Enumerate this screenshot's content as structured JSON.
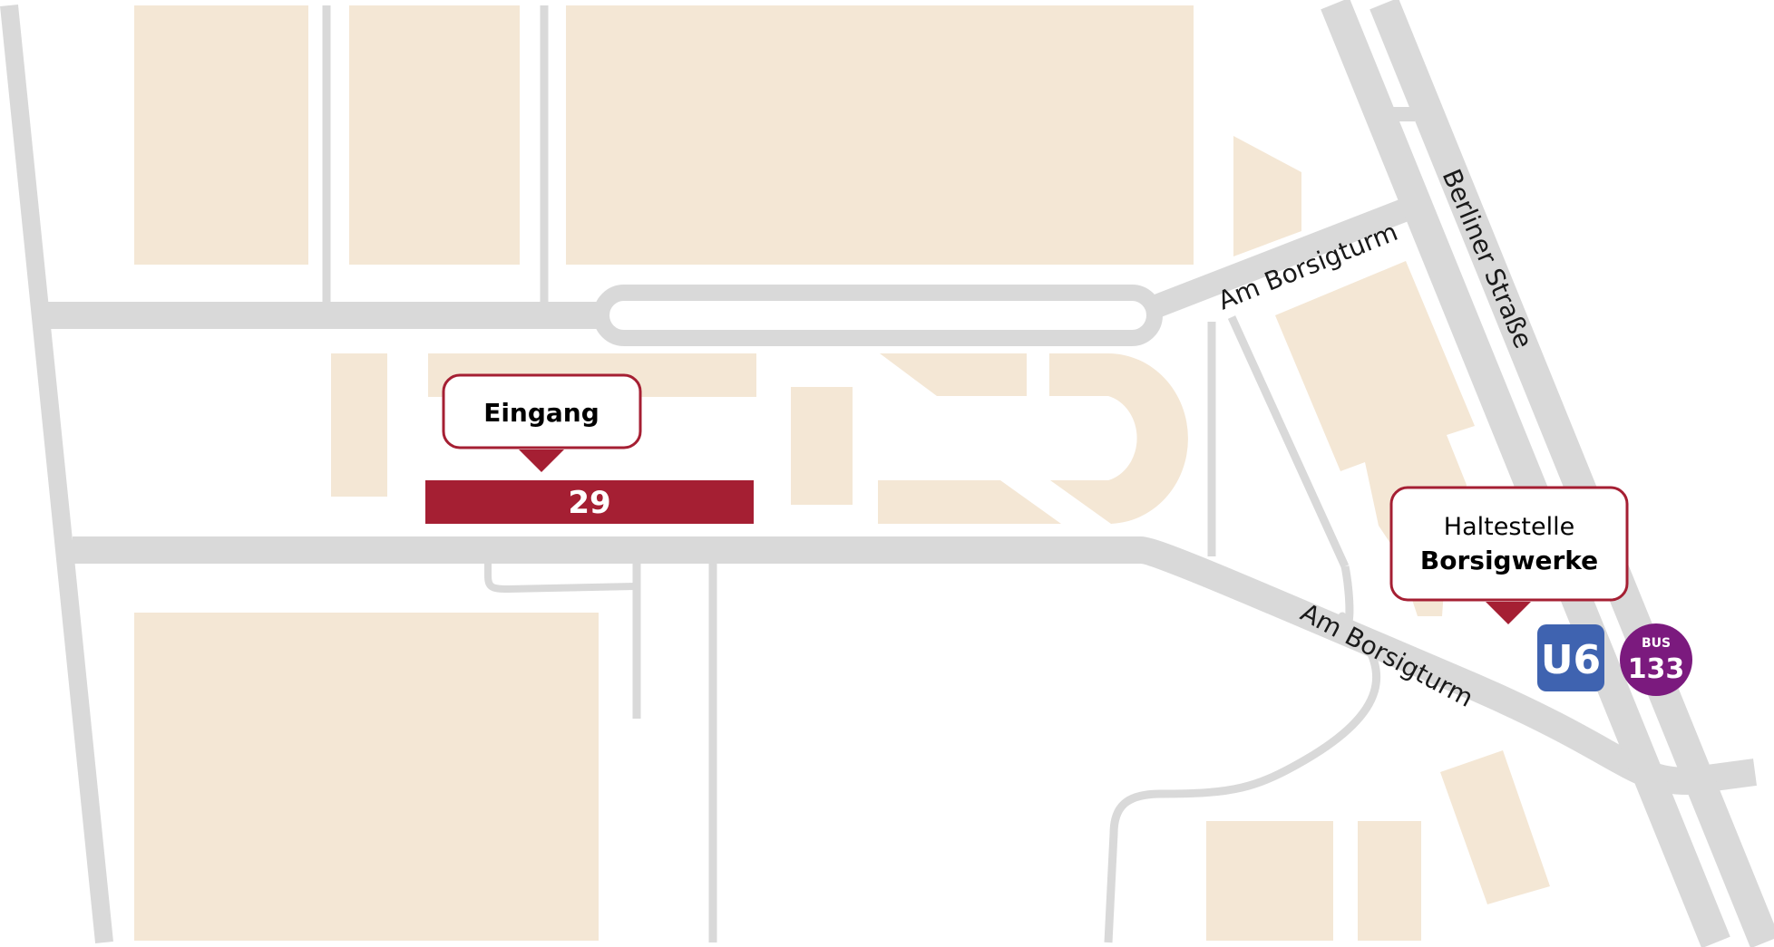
{
  "colors": {
    "road": "#d9d9d9",
    "building": "#f4e7d5",
    "highlight": "#a51f33",
    "u_bahn": "#3f63b0",
    "bus": "#7b1a7e"
  },
  "streets": {
    "am_borsigturm_north": "Am Borsigturm",
    "am_borsigturm_south": "Am Borsigturm",
    "berliner_strasse": "Berliner Straße"
  },
  "entrance": {
    "label": "Eingang",
    "building_number": "29"
  },
  "stop": {
    "line1": "Haltestelle",
    "line2": "Borsigwerke"
  },
  "transit": {
    "u_bahn_line": "U6",
    "bus_label": "BUS",
    "bus_line": "133"
  }
}
